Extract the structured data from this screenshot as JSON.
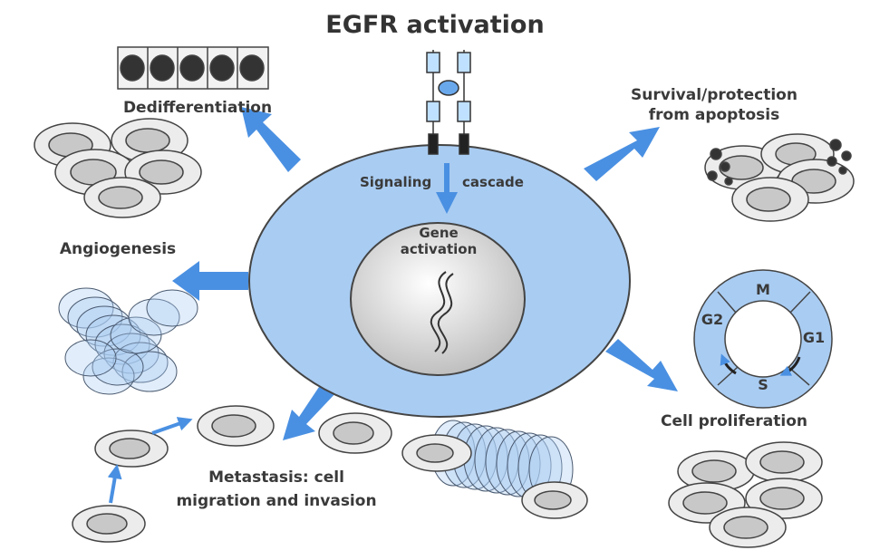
{
  "title": "EGFR activation",
  "center": {
    "signaling_left": "Signaling",
    "signaling_right": "cascade",
    "gene_line1": "Gene",
    "gene_line2": "activation"
  },
  "outcomes": {
    "dedifferentiation": "Dedifferentiation",
    "survival_line1": "Survival/protection",
    "survival_line2": "from apoptosis",
    "angiogenesis": "Angiogenesis",
    "proliferation": "Cell proliferation",
    "metastasis_line1": "Metastasis: cell",
    "metastasis_line2": "migration and invasion"
  },
  "cell_cycle": {
    "m": "M",
    "g1": "G1",
    "s": "S",
    "g2": "G2"
  },
  "colors": {
    "cell_blue": "#a9ccf2",
    "arrow_blue": "#4a90e2",
    "nucleus_gray": "#dcdcdc",
    "outline": "#444444"
  }
}
